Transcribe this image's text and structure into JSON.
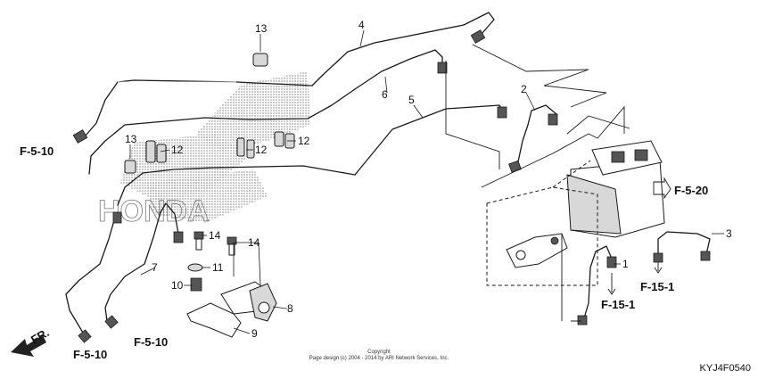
{
  "callouts": {
    "c1": "1",
    "c2": "2",
    "c3": "3",
    "c4": "4",
    "c5": "5",
    "c6": "6",
    "c7": "7",
    "c8": "8",
    "c9": "9",
    "c10": "10",
    "c11": "11",
    "c12a": "12",
    "c12b": "12",
    "c12c": "12",
    "c13a": "13",
    "c13b": "13",
    "c14a": "14",
    "c14b": "14"
  },
  "references": {
    "f510_a": "F-5-10",
    "f510_b": "F-5-10",
    "f510_c": "F-5-10",
    "f520": "F-5-20",
    "f151_a": "F-15-1",
    "f151_b": "F-15-1"
  },
  "direction_label": "FR.",
  "watermark_text": "HONDA",
  "copyright": {
    "line1": "Copyright",
    "line2": "Page design (c) 2004 - 2014 by ARI Network Services, Inc."
  },
  "diagram_code": "KYJ4F0540"
}
